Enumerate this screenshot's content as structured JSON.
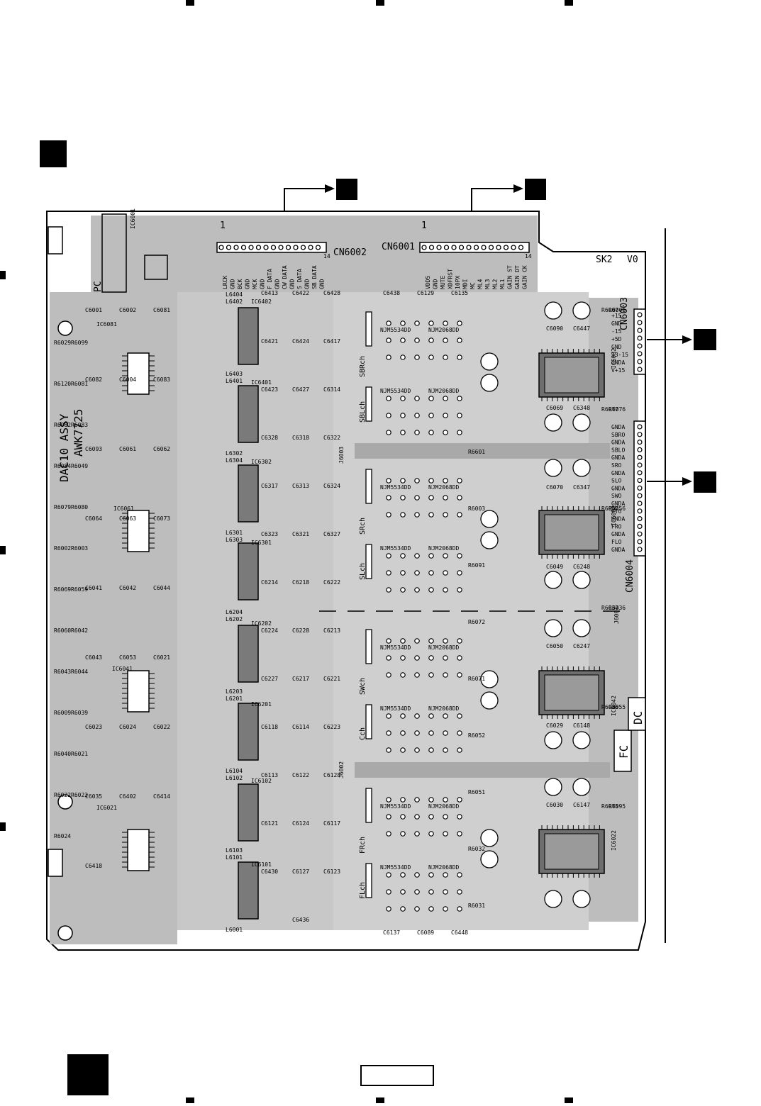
{
  "board": {
    "assy": "DAC10 ASSY",
    "part_no": "AWK7725",
    "pc": "PC",
    "sk2": "SK2",
    "v0": "V0",
    "fc": "FC",
    "dc": "DC"
  },
  "connectors": {
    "cn6002": {
      "label": "CN6002",
      "pin_first": "1",
      "pin_last": "14",
      "signals": [
        "LRCK",
        "GND",
        "BCK",
        "GND",
        "MCK",
        "GND",
        "F DATA",
        "GND",
        "CW DATA",
        "GND",
        "S DATA",
        "GND",
        "SB DATA",
        "GND"
      ]
    },
    "cn6001": {
      "label": "CN6001",
      "pin_first": "1",
      "pin_last": "14",
      "signals": [
        "VDD5",
        "GND",
        "MUTE",
        "XDFRST",
        "10PX",
        "MDI",
        "MC",
        "ML4",
        "ML3",
        "ML2",
        "ML1",
        "GAIN ST",
        "GAIN DT",
        "GAIN CK"
      ]
    },
    "cn6003": {
      "label": "CN6003",
      "signals": [
        "+15",
        "GND",
        "-15",
        "+5D",
        "GND",
        "13-15",
        "GNDA",
        "V+15"
      ]
    },
    "cn6004": {
      "label": "CN6004",
      "signals": [
        "GNDA",
        "SBRO",
        "GNDA",
        "SBLO",
        "GNDA",
        "SRO",
        "GNDA",
        "SLO",
        "GNDA",
        "SWO",
        "GNDA",
        "CTO",
        "GNDA",
        "FRO",
        "GNDA",
        "FLO",
        "GNDA"
      ]
    }
  },
  "channels": [
    {
      "left": "SBLch",
      "right": "SBRch",
      "op1": "NJM5534DD",
      "op2": "NJM2068DD"
    },
    {
      "left": "SLch",
      "right": "SRch",
      "op1": "NJM5534DD",
      "op2": "NJM2068DD"
    },
    {
      "left": "Cch",
      "right": "SWch",
      "op1": "NJM5534DD",
      "op2": "NJM2068DD"
    },
    {
      "left": "FLch",
      "right": "FRch",
      "op1": "NJM5534DD",
      "op2": "NJM2068DD"
    }
  ],
  "components": {
    "ics": [
      "IC6001",
      "IC6081",
      "IC6061",
      "IC6041",
      "IC6021",
      "IC6402",
      "IC6401",
      "IC6302",
      "IC6301",
      "IC6202",
      "IC6201",
      "IC6102",
      "IC6101",
      "IC6082",
      "IC6062",
      "IC6042",
      "IC6022"
    ],
    "jumpers": [
      "J6003",
      "J6002",
      "J6001"
    ],
    "caps": [
      "C6001",
      "C6002",
      "C6081",
      "C6082",
      "C6004",
      "C6083",
      "C6093",
      "C6061",
      "C6062",
      "C6064",
      "C6063",
      "C6073",
      "C6041",
      "C6042",
      "C6044",
      "C6043",
      "C6053",
      "C6021",
      "C6023",
      "C6024",
      "C6022",
      "C6035",
      "C6402",
      "C6414",
      "C6418",
      "C6422",
      "C6428",
      "C6413",
      "C6424",
      "C6417",
      "C6421",
      "C6427",
      "C6314",
      "C6423",
      "C6318",
      "C6322",
      "C6328",
      "C6313",
      "C6324",
      "C6317",
      "C6321",
      "C6327",
      "C6323",
      "C6218",
      "C6222",
      "C6214",
      "C6228",
      "C6213",
      "C6224",
      "C6217",
      "C6221",
      "C6227",
      "C6114",
      "C6223",
      "C6118",
      "C6122",
      "C6128",
      "C6113",
      "C6124",
      "C6117",
      "C6121",
      "C6127",
      "C6123",
      "C6430",
      "C6436",
      "C6438",
      "C6129",
      "C6135",
      "C6137",
      "C6089",
      "C6448",
      "C6090",
      "C6447",
      "C6069",
      "C6348",
      "C6070",
      "C6347",
      "C6049",
      "C6248",
      "C6050",
      "C6247",
      "C6029",
      "C6148",
      "C6030",
      "C6147"
    ],
    "resistors": [
      "R6029",
      "R6099",
      "R6120",
      "R6081",
      "R6082",
      "R6083",
      "R6084",
      "R6049",
      "R6079",
      "R6080",
      "R6002",
      "R6003",
      "R6069",
      "R6059",
      "R6060",
      "R6042",
      "R6043",
      "R6044",
      "R6009",
      "R6039",
      "R6040",
      "R6021",
      "R6022",
      "R6023",
      "R6024",
      "R6601",
      "R6003",
      "R6091",
      "R6072",
      "R6071",
      "R6052",
      "R6051",
      "R6032",
      "R6031",
      "R6007",
      "R6006",
      "R6077",
      "R6076",
      "R6057",
      "R6056",
      "R6037",
      "R6036",
      "R6035",
      "R6055",
      "R6075",
      "R6095"
    ],
    "inductors": [
      "L6404",
      "L6402",
      "L6403",
      "L6401",
      "L6302",
      "L6304",
      "L6301",
      "L6303",
      "L6204",
      "L6202",
      "L6203",
      "L6201",
      "L6104",
      "L6102",
      "L6103",
      "L6101",
      "L6001"
    ]
  }
}
